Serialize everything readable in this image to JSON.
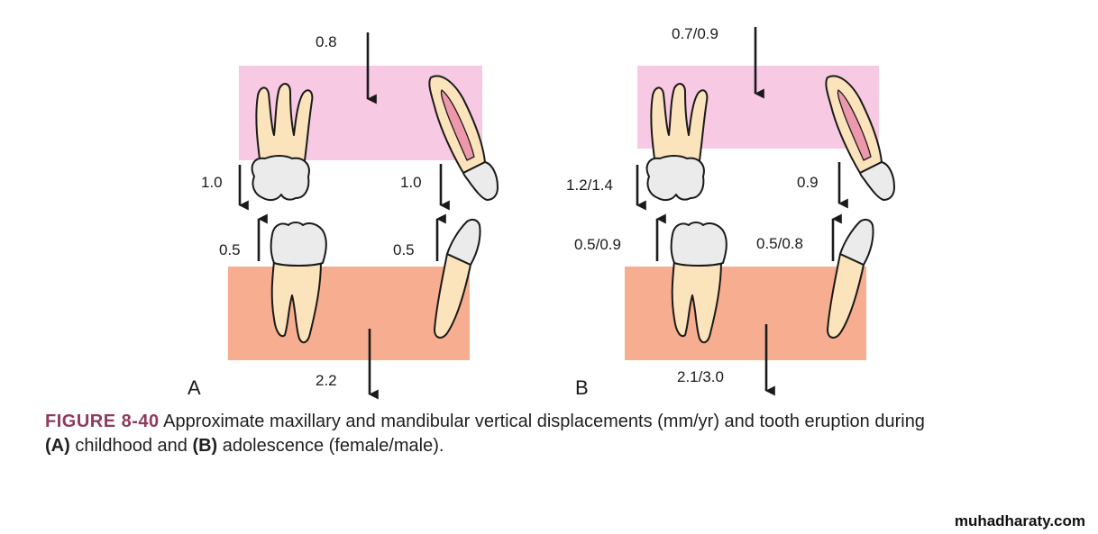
{
  "colors": {
    "maxilla_band": "#f7c9e2",
    "mandible_band": "#f7ad90",
    "tooth_root": "#fbe3bc",
    "tooth_crown": "#ebebeb",
    "pulp": "#ee98ac",
    "caption_accent": "#8e3b5c"
  },
  "panels": [
    {
      "letter": "A",
      "maxilla_displacement": "0.8",
      "upper_molar_eruption": "1.0",
      "upper_incisor_eruption": "1.0",
      "lower_molar_eruption": "0.5",
      "lower_incisor_eruption": "0.5",
      "mandible_displacement": "2.2"
    },
    {
      "letter": "B",
      "maxilla_displacement": "0.7/0.9",
      "upper_molar_eruption": "1.2/1.4",
      "upper_incisor_eruption": "0.9",
      "lower_molar_eruption": "0.5/0.9",
      "lower_incisor_eruption": "0.5/0.8",
      "mandible_displacement": "2.1/3.0"
    }
  ],
  "caption": {
    "figure_number": "FIGURE 8-40",
    "text_1": " Approximate maxillary and mandibular vertical displacements (mm/yr) and tooth eruption during ",
    "label_a": "(A)",
    "text_2": " childhood and ",
    "label_b": "(B)",
    "text_3": " adolescence (female/male)."
  },
  "footer": {
    "site": "muhadharaty.com"
  }
}
